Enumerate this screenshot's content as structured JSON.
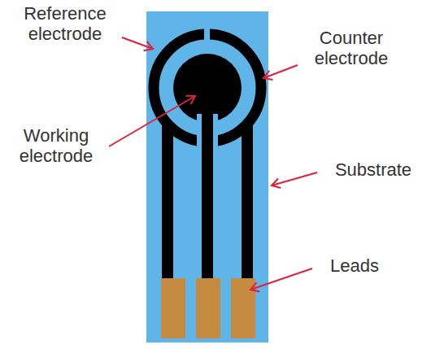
{
  "diagram": {
    "labels": [
      "Reference electrode",
      "Counter electrode",
      "Working electrode",
      "Substrate",
      "Leads"
    ]
  }
}
